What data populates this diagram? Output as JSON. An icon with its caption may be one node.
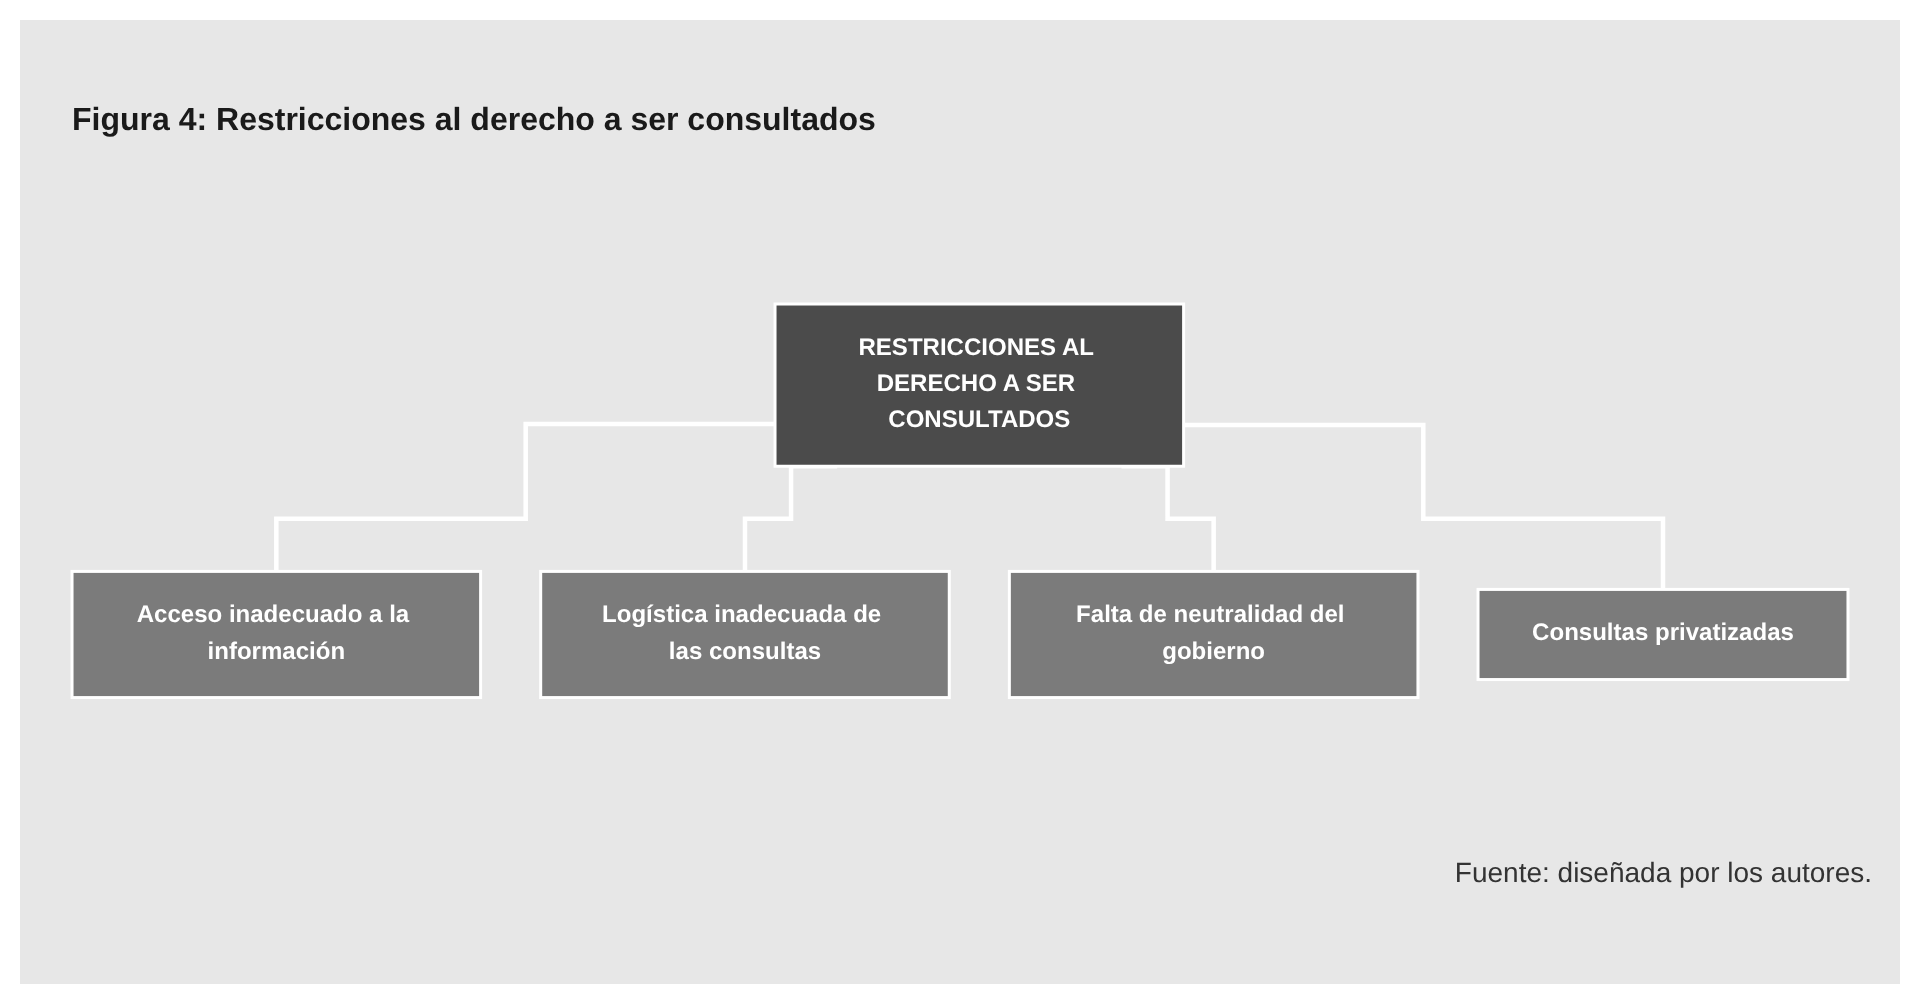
{
  "diagram": {
    "title": "Figura 4: Restricciones al derecho a ser consultados",
    "caption": "Fuente: diseñada por los autores.",
    "nodes": [
      {
        "text": [
          "RESTRICCIONES AL DERECHO A SER CONSULTADOS"
        ]
      },
      {
        "text": [
          "Acceso inadecuado a la información"
        ]
      },
      {
        "text": [
          "Logística inadecuada de las consultas"
        ]
      },
      {
        "text": [
          "Falta de neutralidad del gobierno"
        ]
      },
      {
        "text": [
          "Consultas privatizadas"
        ]
      }
    ],
    "edges": [
      {
        "from": 0,
        "to": 1,
        "arrow": "none"
      },
      {
        "from": 0,
        "to": 2,
        "arrow": "none"
      },
      {
        "from": 0,
        "to": 3,
        "arrow": "none"
      },
      {
        "from": 0,
        "to": 4,
        "arrow": "none"
      }
    ]
  }
}
